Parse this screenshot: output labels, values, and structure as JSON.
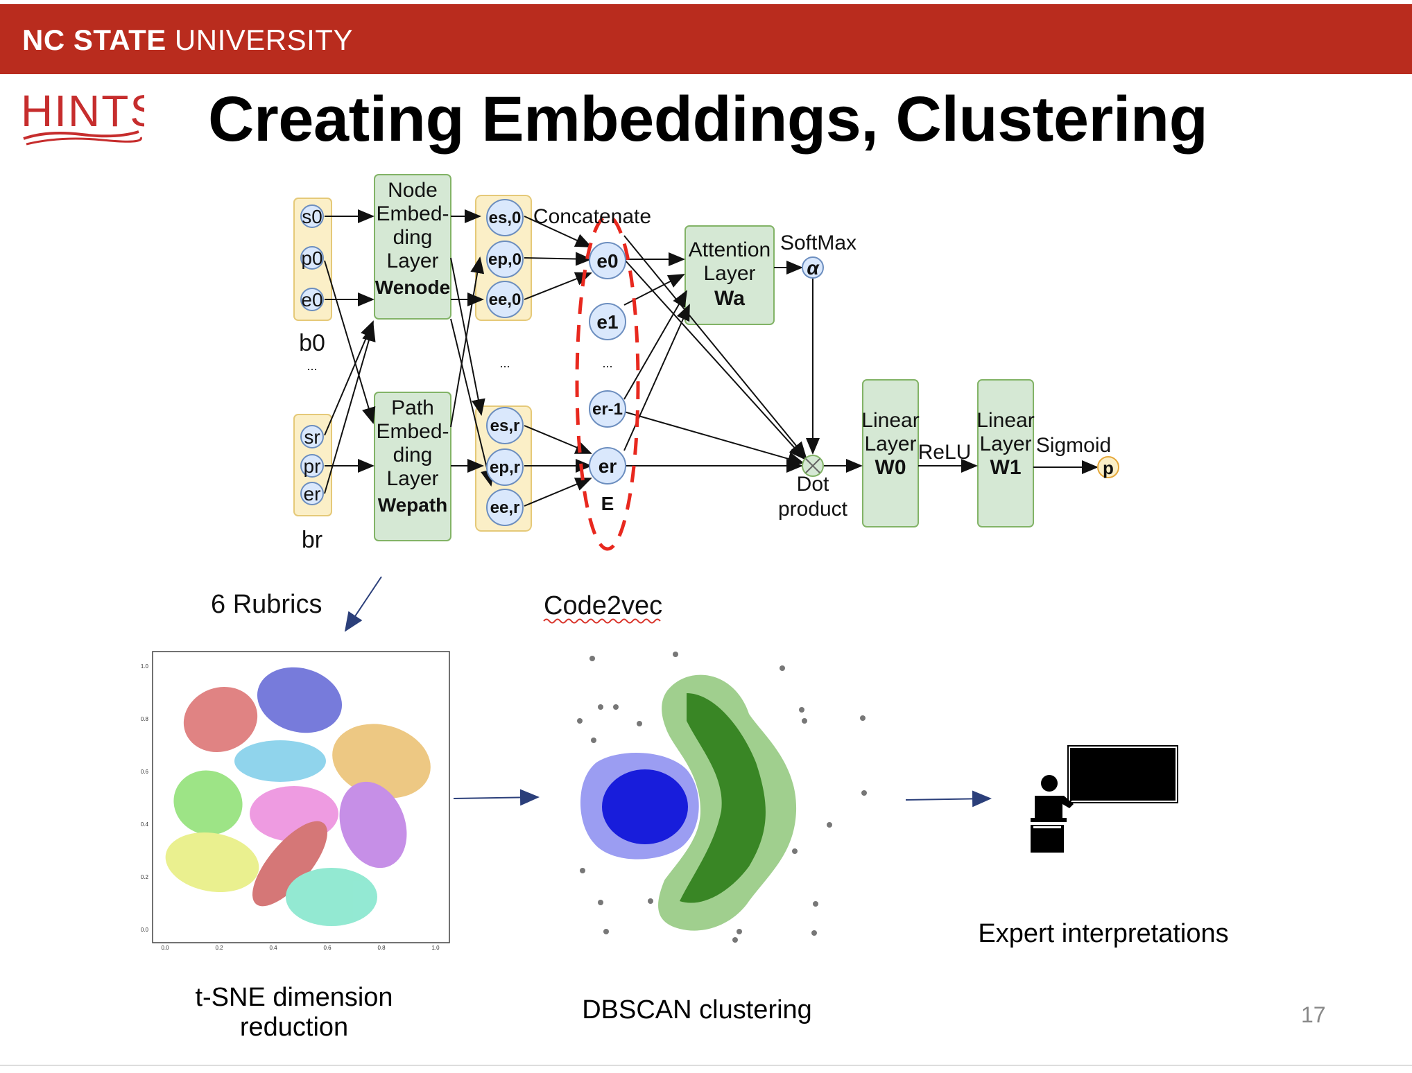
{
  "header": {
    "university_bold": "NC STATE",
    "university_rest": " UNIVERSITY",
    "hints_logo_text": "HINTS",
    "title": "Creating Embeddings, Clustering"
  },
  "model": {
    "b0_inputs": [
      "s0",
      "p0",
      "e0"
    ],
    "br_inputs": [
      "sr",
      "pr",
      "er"
    ],
    "b0_label": "b0",
    "br_label": "br",
    "ellipsis": "...",
    "node_layer": [
      "Node",
      "Embed-",
      "ding",
      "Layer",
      "Wenode"
    ],
    "path_layer": [
      "Path",
      "Embed-",
      "ding",
      "Layer",
      "Wepath"
    ],
    "e0_group": [
      "es,0",
      "ep,0",
      "ee,0"
    ],
    "er_group": [
      "es,r",
      "ep,r",
      "ee,r"
    ],
    "concatenate_label": "Concatenate",
    "E_nodes": [
      "e0",
      "e1",
      "er-1",
      "er"
    ],
    "E_label": "E",
    "attention_layer": [
      "Attention",
      "Layer",
      "Wa"
    ],
    "softmax_label": "SoftMax",
    "alpha_symbol": "α",
    "dot_product_label": [
      "Dot",
      "product"
    ],
    "linear0": [
      "Linear",
      "Layer",
      "W0"
    ],
    "relu_label": "ReLU",
    "linear1": [
      "Linear",
      "Layer",
      "W1"
    ],
    "sigmoid_label": "Sigmoid",
    "output_symbol": "p"
  },
  "bottom": {
    "rubrics_label": "6 Rubrics",
    "code2vec_label": "Code2vec",
    "tsne_caption": [
      "t-SNE dimension",
      "reduction"
    ],
    "dbscan_caption": "DBSCAN clustering",
    "expert_caption": "Expert interpretations",
    "tsne_y_ticks": [
      "1.0",
      "0.8",
      "0.6",
      "0.4",
      "0.2",
      "0.0"
    ],
    "tsne_x_ticks": [
      "0.0",
      "0.2",
      "0.4",
      "0.6",
      "0.8",
      "1.0"
    ]
  },
  "page_number": "17",
  "colors": {
    "brand_red": "#b92c1e",
    "layer_green": "#d5e8d4",
    "input_yellow": "#fbefc7",
    "node_blue": "#dae8fc",
    "concat_red": "#e8281e",
    "cluster_blue": "#0a10d8",
    "cluster_green": "#2e7d1a"
  }
}
